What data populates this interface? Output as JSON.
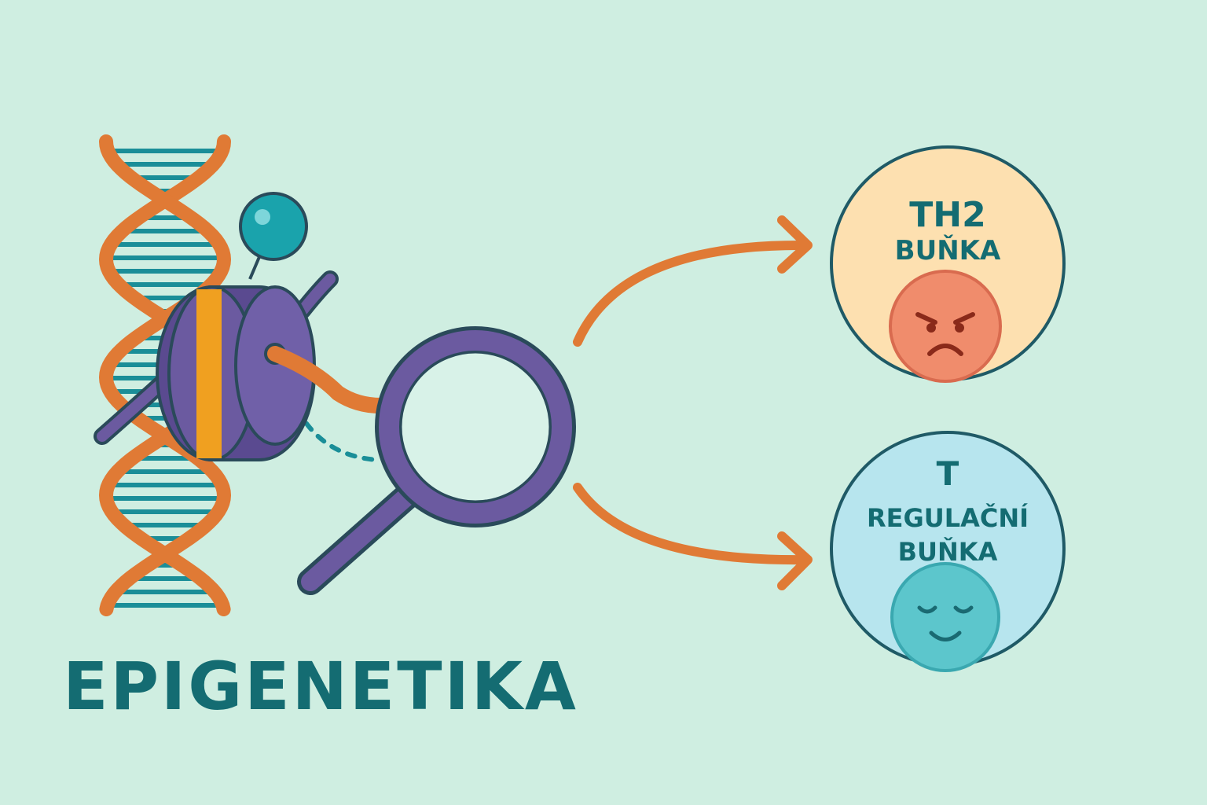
{
  "title": "EPIGENETIKA",
  "cells": [
    {
      "line1": "TH2",
      "line2": "BUŇKA",
      "mood": "angry",
      "fill": "#fde0b0",
      "face": "#f08c6c"
    },
    {
      "line1": "T",
      "line2": "REGULAČNÍ",
      "line3": "BUŇKA",
      "mood": "calm",
      "fill": "#b7e5ee",
      "face": "#5cc6cc"
    }
  ],
  "colors": {
    "background": "#cfeee1",
    "orange": "#e07a35",
    "teal": "#1a8e98",
    "purple": "#6b5aa0",
    "outline": "#2a4a5a",
    "text": "#146c72"
  },
  "icons": [
    "dna-icon",
    "nucleosome-icon",
    "magnifier-icon",
    "arrow-icon",
    "angry-face-icon",
    "calm-face-icon"
  ]
}
